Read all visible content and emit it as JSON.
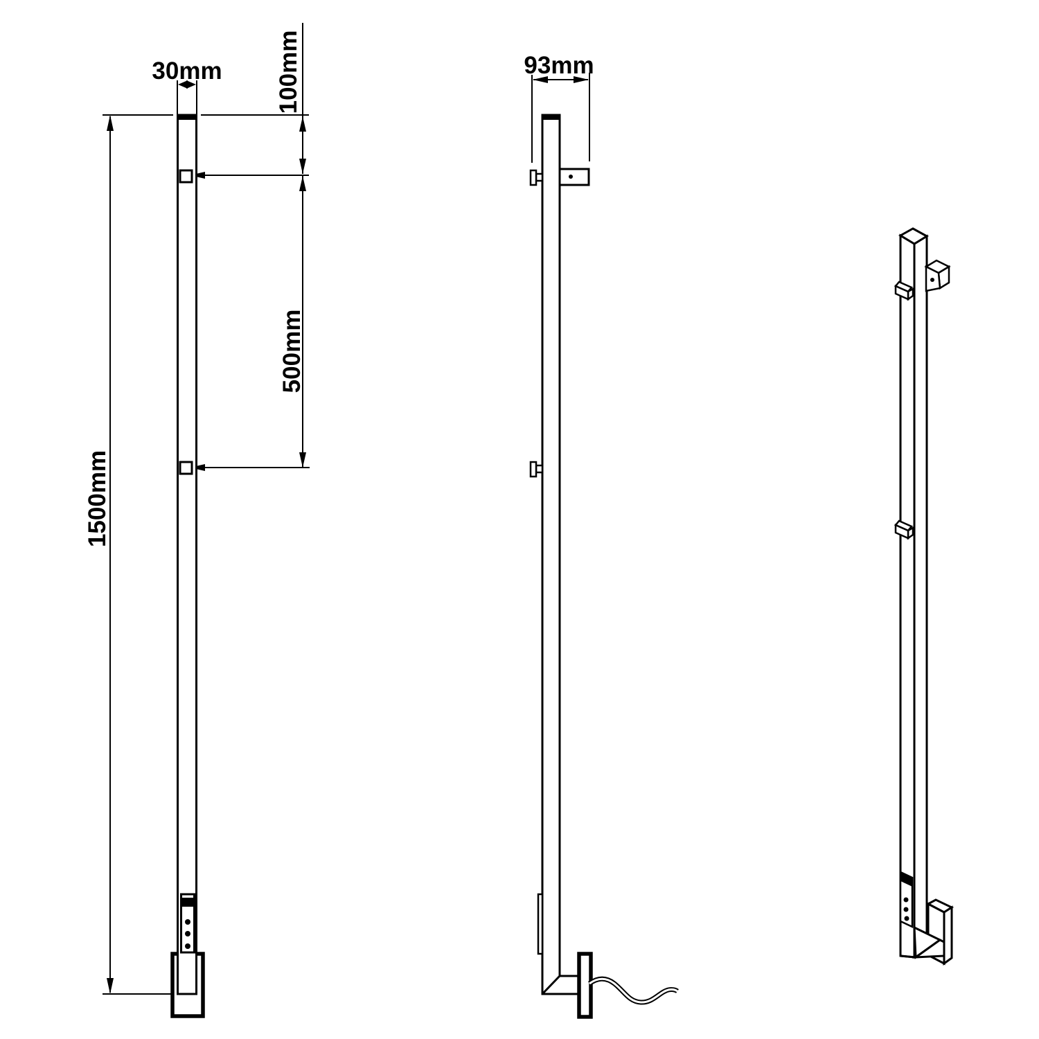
{
  "canvas": {
    "background": "#ffffff",
    "line_color": "#000000"
  },
  "front_view": {
    "dim_bar_width": "30mm",
    "dim_top_offset": "100mm",
    "dim_hook_spacing": "500mm",
    "dim_total_height": "1500mm"
  },
  "side_view": {
    "dim_mount_depth": "93mm"
  }
}
